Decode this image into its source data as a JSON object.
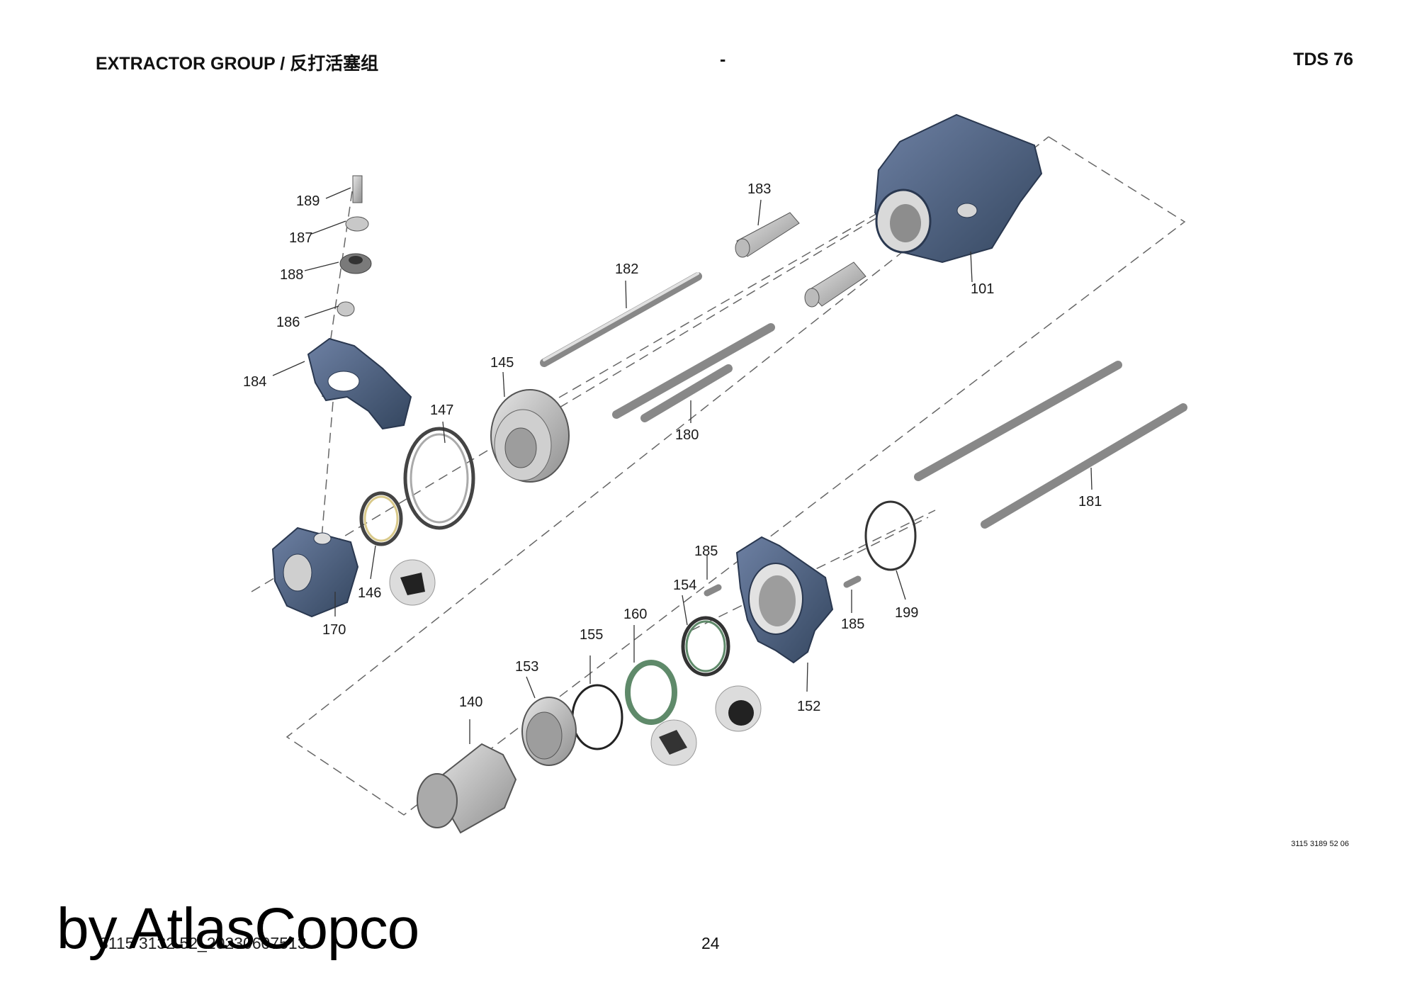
{
  "header": {
    "title": "EXTRACTOR GROUP / 反打活塞组",
    "separator": "-",
    "model": "TDS 76"
  },
  "callouts": {
    "c101": "101",
    "c140": "140",
    "c145": "145",
    "c146": "146",
    "c147": "147",
    "c152": "152",
    "c153": "153",
    "c154": "154",
    "c155": "155",
    "c160": "160",
    "c170": "170",
    "c180": "180",
    "c181": "181",
    "c182": "182",
    "c183": "183",
    "c184": "184",
    "c185a": "185",
    "c185b": "185",
    "c186": "186",
    "c187": "187",
    "c188": "188",
    "c189": "189",
    "c199": "199"
  },
  "footer": {
    "drawing_ref": "3115 3189 52 06",
    "doc_number": "3115 3132 52_20230607513",
    "page": "24",
    "watermark": "by AtlasCopco"
  },
  "colors": {
    "housing_blue": "#4a5f82",
    "housing_dark": "#2f3f5c",
    "metal_grey": "#b5b5b5",
    "seal_green": "#5f8a6a",
    "line": "#555555"
  }
}
